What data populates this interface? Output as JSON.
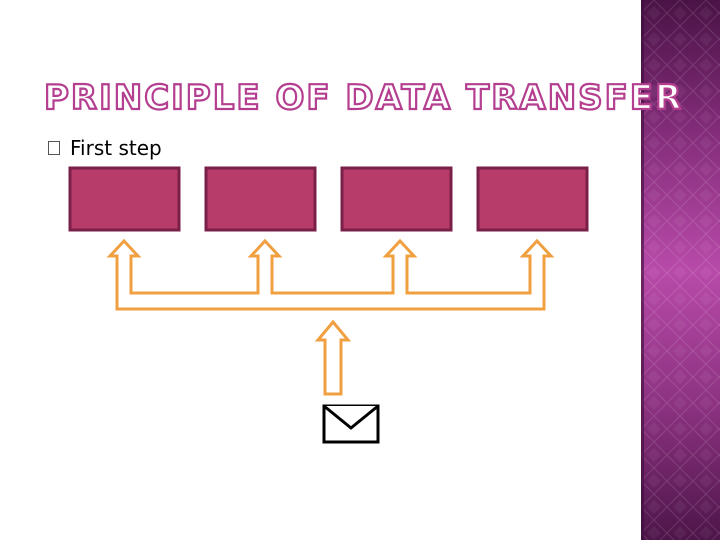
{
  "slide": {
    "title": "PRINCIPLE OF DATA TRANSFER",
    "bullet_text": "First step"
  },
  "colors": {
    "title_outline": "#b43e8f",
    "node_fill": "#b83c6a",
    "node_border": "#7a2048",
    "arrow_outline": "#f0a040",
    "panel_mid": "#b84aa9"
  },
  "diagram": {
    "nodes": [
      {
        "id": "node-1"
      },
      {
        "id": "node-2"
      },
      {
        "id": "node-3"
      },
      {
        "id": "node-4"
      }
    ],
    "icons": {
      "message": "envelope-icon"
    }
  }
}
